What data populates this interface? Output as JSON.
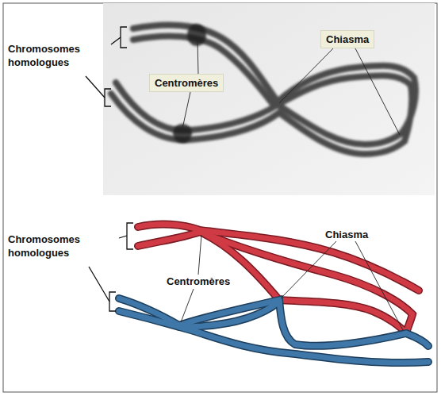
{
  "diagram": {
    "nodes": [
      {
        "text": [
          "Centromères"
        ]
      },
      {
        "text": [
          "Chiasma"
        ]
      }
    ],
    "labels": [
      "Chromosomes homologues",
      "Chromosomes homologues",
      "Centromères",
      "Chiasma"
    ]
  }
}
